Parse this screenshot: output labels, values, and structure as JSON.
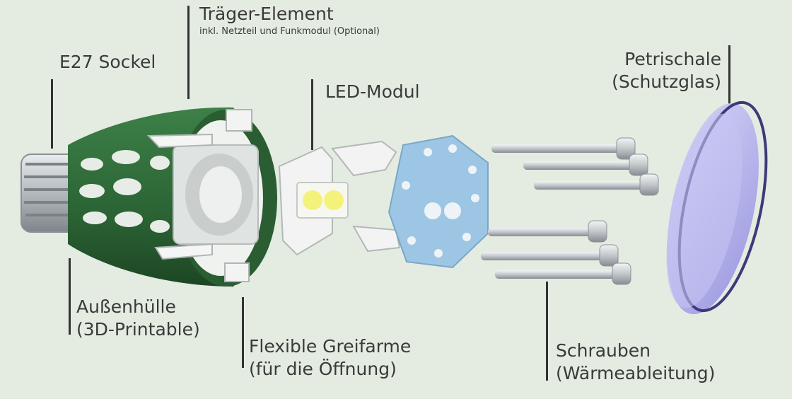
{
  "labels": {
    "sockel": "E27 Sockel",
    "traeger_title": "Träger-Element",
    "traeger_sub": "inkl. Netzteil und Funkmodul (Optional)",
    "led": "LED-Modul",
    "petri_1": "Petrischale",
    "petri_2": "(Schutzglas)",
    "huelle_1": "Außenhülle",
    "huelle_2": "(3D-Printable)",
    "greif_1": "Flexible Greifarme",
    "greif_2": "(für die Öffnung)",
    "schrauben_1": "Schrauben",
    "schrauben_2": "(Wärmeableitung)"
  },
  "colors": {
    "background": "#e4ece2",
    "housing_green": "#2f6b3c",
    "plate_blue": "#9cc6e4",
    "glass_lavender": "#b4b2ea",
    "metal": "#b9bdc1"
  }
}
